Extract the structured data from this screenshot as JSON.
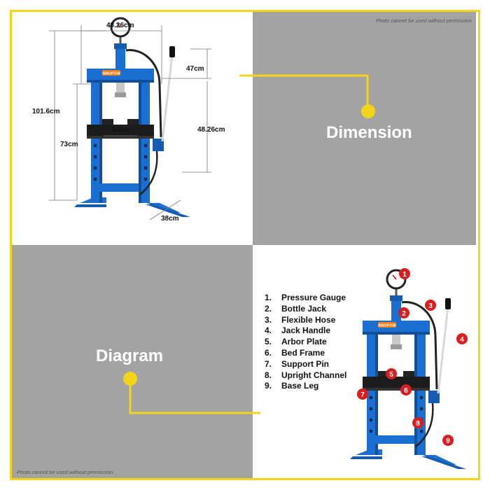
{
  "permission_notice": "Photo cannot be used without permission",
  "sections": {
    "dimension": {
      "title": "Dimension"
    },
    "diagram": {
      "title": "Diagram"
    }
  },
  "dimensions": {
    "top_width": "48.26cm",
    "total_height": "101.6cm",
    "upper_gap": "47cm",
    "side_height": "48.26cm",
    "inner_width": "34cm",
    "bed_height": "73cm",
    "depth": "38cm"
  },
  "brand": "WADFOW",
  "parts": [
    {
      "num": "1.",
      "name": "Pressure Gauge"
    },
    {
      "num": "2.",
      "name": "Bottle Jack"
    },
    {
      "num": "3.",
      "name": "Flexible Hose"
    },
    {
      "num": "4.",
      "name": "Jack Handle"
    },
    {
      "num": "5.",
      "name": "Arbor Plate"
    },
    {
      "num": "6.",
      "name": "Bed Frame"
    },
    {
      "num": "7.",
      "name": "Support Pin"
    },
    {
      "num": "8.",
      "name": "Upright Channel"
    },
    {
      "num": "9.",
      "name": "Base Leg"
    }
  ],
  "markers": [
    "1",
    "2",
    "3",
    "4",
    "5",
    "6",
    "7",
    "8",
    "9"
  ],
  "colors": {
    "frame_yellow": "#f2d41a",
    "press_blue": "#1a6fd0",
    "marker_red": "#d81e1e",
    "panel_gray": "#a3a3a3"
  }
}
